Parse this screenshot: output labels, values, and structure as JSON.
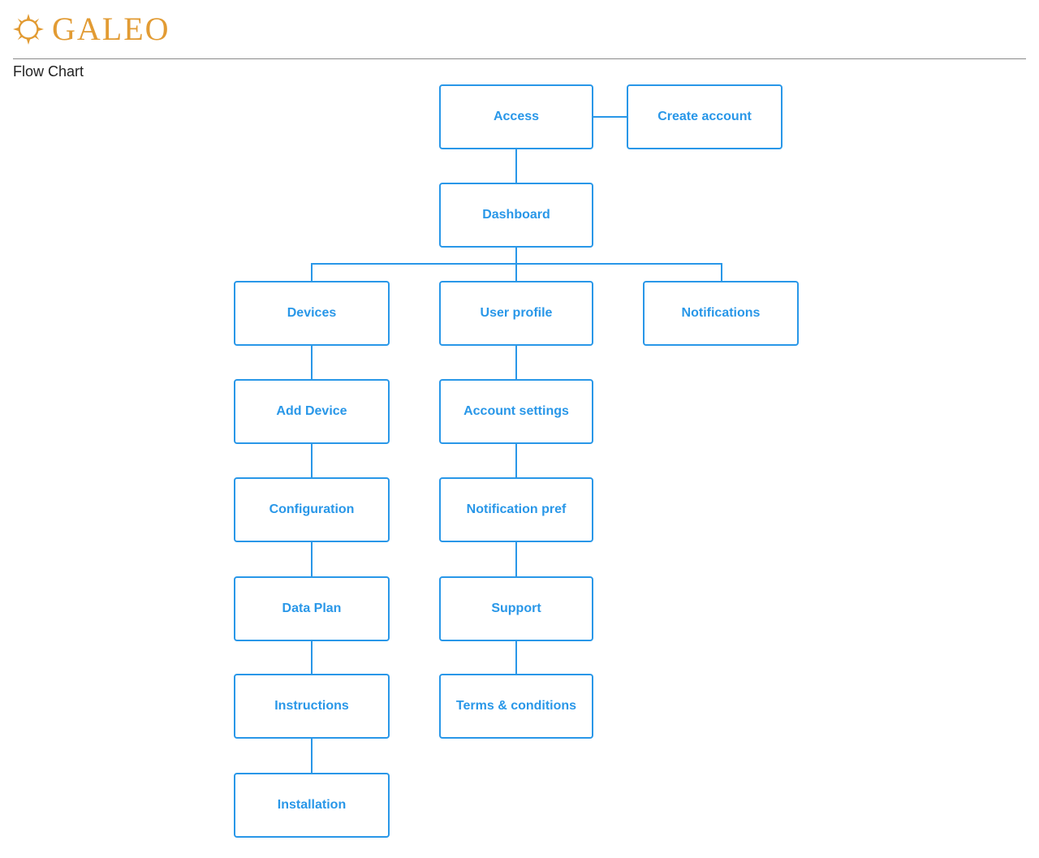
{
  "brand": {
    "name": "GALEO",
    "icon": "compass-star-icon",
    "color": "#E29B33"
  },
  "page": {
    "title": "Flow Chart"
  },
  "theme": {
    "accent": "#2997E8",
    "rule": "#8a8a8a"
  },
  "flowchart": {
    "nodes": {
      "access": "Access",
      "create_account": "Create account",
      "dashboard": "Dashboard",
      "devices": "Devices",
      "user_profile": "User profile",
      "notifications": "Notifications",
      "add_device": "Add Device",
      "configuration": "Configuration",
      "data_plan": "Data Plan",
      "instructions": "Instructions",
      "installation": "Installation",
      "account_settings": "Account settings",
      "notification_pref": "Notification pref",
      "support": "Support",
      "terms": "Terms & conditions"
    }
  }
}
